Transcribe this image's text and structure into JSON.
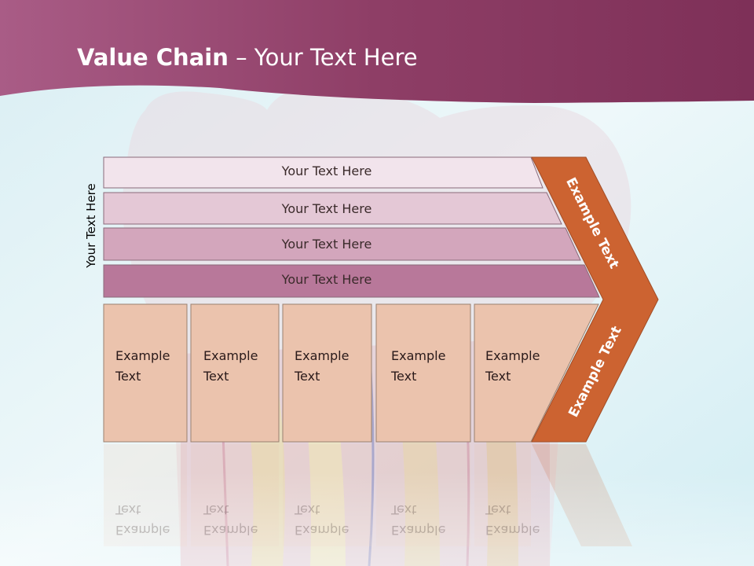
{
  "title": {
    "bold": "Value Chain",
    "rest": " – Your Text Here"
  },
  "side_label": "Your Text Here",
  "bars": [
    "Your Text Here",
    "Your Text Here",
    "Your Text Here",
    "Your Text Here"
  ],
  "boxes": [
    {
      "line1": "Example",
      "line2": "Text"
    },
    {
      "line1": "Example",
      "line2": "Text"
    },
    {
      "line1": "Example",
      "line2": "Text"
    },
    {
      "line1": "Example",
      "line2": "Text"
    },
    {
      "line1": "Example",
      "line2": "Text"
    }
  ],
  "chevron": {
    "upper": "Example Text",
    "lower": "Example Text"
  },
  "colors": {
    "header": "#9a4670",
    "bar1": "#f2e4ec",
    "bar2": "#e4c8d6",
    "bar3": "#d3a6bc",
    "bar4": "#b8789a",
    "box": "#ebc3ad",
    "chevron": "#cc6331",
    "background": "#dff2f6"
  }
}
